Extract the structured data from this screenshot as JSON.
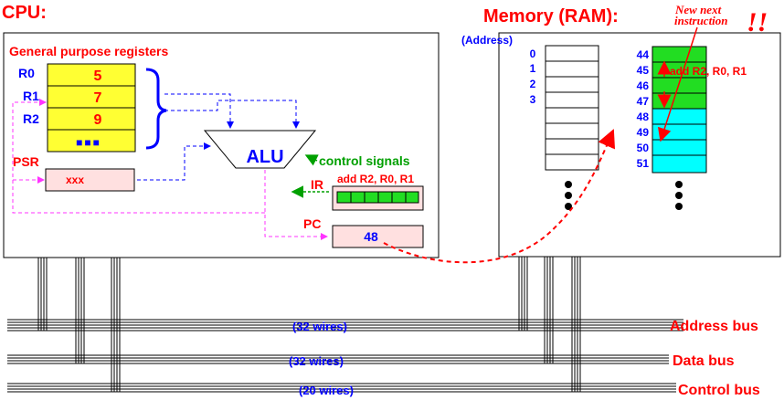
{
  "cpu": {
    "title": "CPU:",
    "registers_heading": "General purpose registers",
    "registers": [
      {
        "name": "R0",
        "value": "5"
      },
      {
        "name": "R1",
        "value": "7"
      },
      {
        "name": "R2",
        "value": "9"
      },
      {
        "name": "",
        "value": "■■■"
      }
    ],
    "alu_label": "ALU",
    "control_signals_label": "control signals",
    "psr_label": "PSR",
    "psr_value": "xxx",
    "ir_label": "IR",
    "ir_instruction": "add R2, R0, R1",
    "pc_label": "PC",
    "pc_value": "48"
  },
  "memory": {
    "title": "Memory (RAM):",
    "address_label": "(Address)",
    "low_addresses": [
      "0",
      "1",
      "2",
      "3"
    ],
    "high_addresses": [
      "44",
      "45",
      "46",
      "47",
      "48",
      "49",
      "50",
      "51"
    ],
    "instruction_text": "add R2, R0, R1",
    "annotation_line1": "New next",
    "annotation_line2": "instruction",
    "exclaim": "!!"
  },
  "buses": [
    {
      "name": "Address bus",
      "width": "(32 wires)"
    },
    {
      "name": "Data bus",
      "width": "(32 wires)"
    },
    {
      "name": "Control bus",
      "width": "(20 wires)"
    }
  ],
  "colors": {
    "red": "#ff0000",
    "blue": "#0000ff",
    "green": "#00a000",
    "yellow": "#ffff33",
    "pink": "#ffe0e0",
    "cyan": "#00ffff",
    "bright_green": "#22dd22",
    "magenta": "#ff33ff"
  }
}
